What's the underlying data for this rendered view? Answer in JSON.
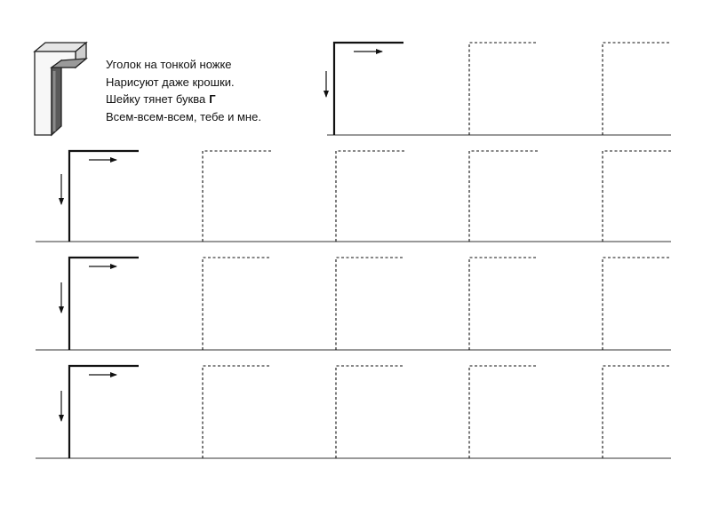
{
  "poem": {
    "lines": [
      "Уголок на тонкой ножке",
      "Нарисуют даже крошки.",
      "Шейку тянет буква",
      "Всем-всем-всем, тебе и мне."
    ],
    "letter": "Г"
  },
  "worksheet": {
    "rows": 4,
    "first_row_cells": 3,
    "other_row_cells": 5,
    "colors": {
      "ink": "#111111",
      "baseline": "#333333"
    },
    "icons": [
      "3d-letter-g-icon",
      "arrow-down-icon",
      "arrow-right-icon"
    ]
  }
}
